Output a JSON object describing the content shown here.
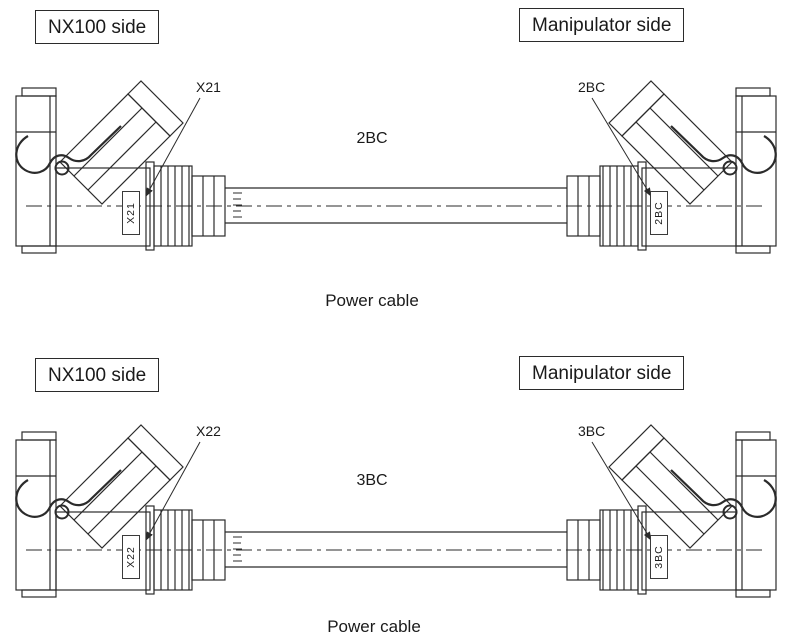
{
  "sections": [
    {
      "left_side_label": "NX100 side",
      "right_side_label": "Manipulator side",
      "cable_label": "2BC",
      "left_ref_label": "X21",
      "right_ref_label": "2BC",
      "left_plate_label": "X21",
      "right_plate_label": "2BC",
      "caption": "Power cable"
    },
    {
      "left_side_label": "NX100 side",
      "right_side_label": "Manipulator side",
      "cable_label": "3BC",
      "left_ref_label": "X22",
      "right_ref_label": "3BC",
      "left_plate_label": "X22",
      "right_plate_label": "3BC",
      "caption": "Power cable"
    }
  ]
}
